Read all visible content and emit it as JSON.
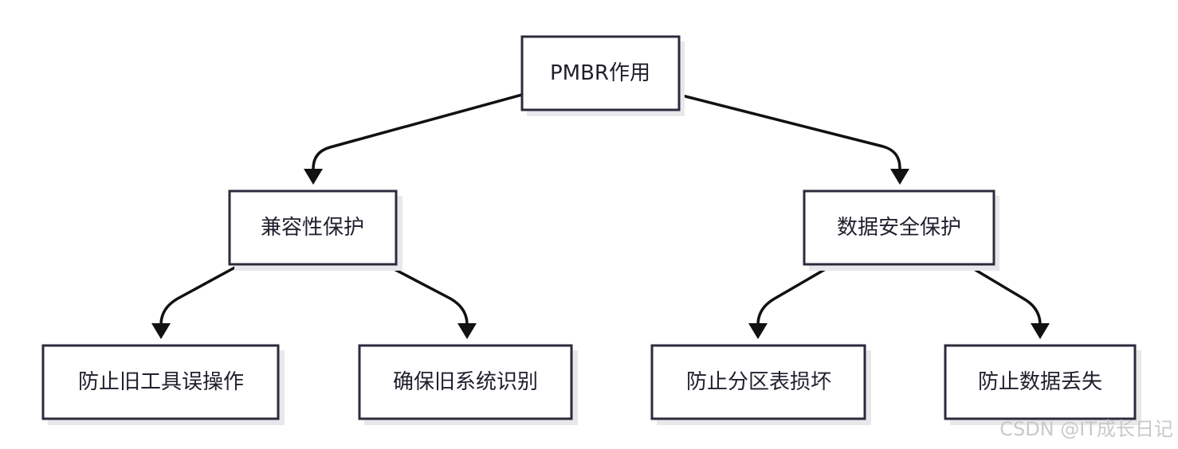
{
  "diagram": {
    "root": {
      "label": "PMBR作用"
    },
    "branches": [
      {
        "label": "兼容性保护",
        "children": [
          {
            "label": "防止旧工具误操作"
          },
          {
            "label": "确保旧系统识别"
          }
        ]
      },
      {
        "label": "数据安全保护",
        "children": [
          {
            "label": "防止分区表损坏"
          },
          {
            "label": "防止数据丢失"
          }
        ]
      }
    ]
  },
  "watermark": "CSDN @IT成长日记",
  "colors": {
    "node_border": "#2b2b3d",
    "node_fill": "#ffffff",
    "edge": "#111111",
    "text": "#1f1f2e",
    "watermark": "#c9c9c9"
  }
}
